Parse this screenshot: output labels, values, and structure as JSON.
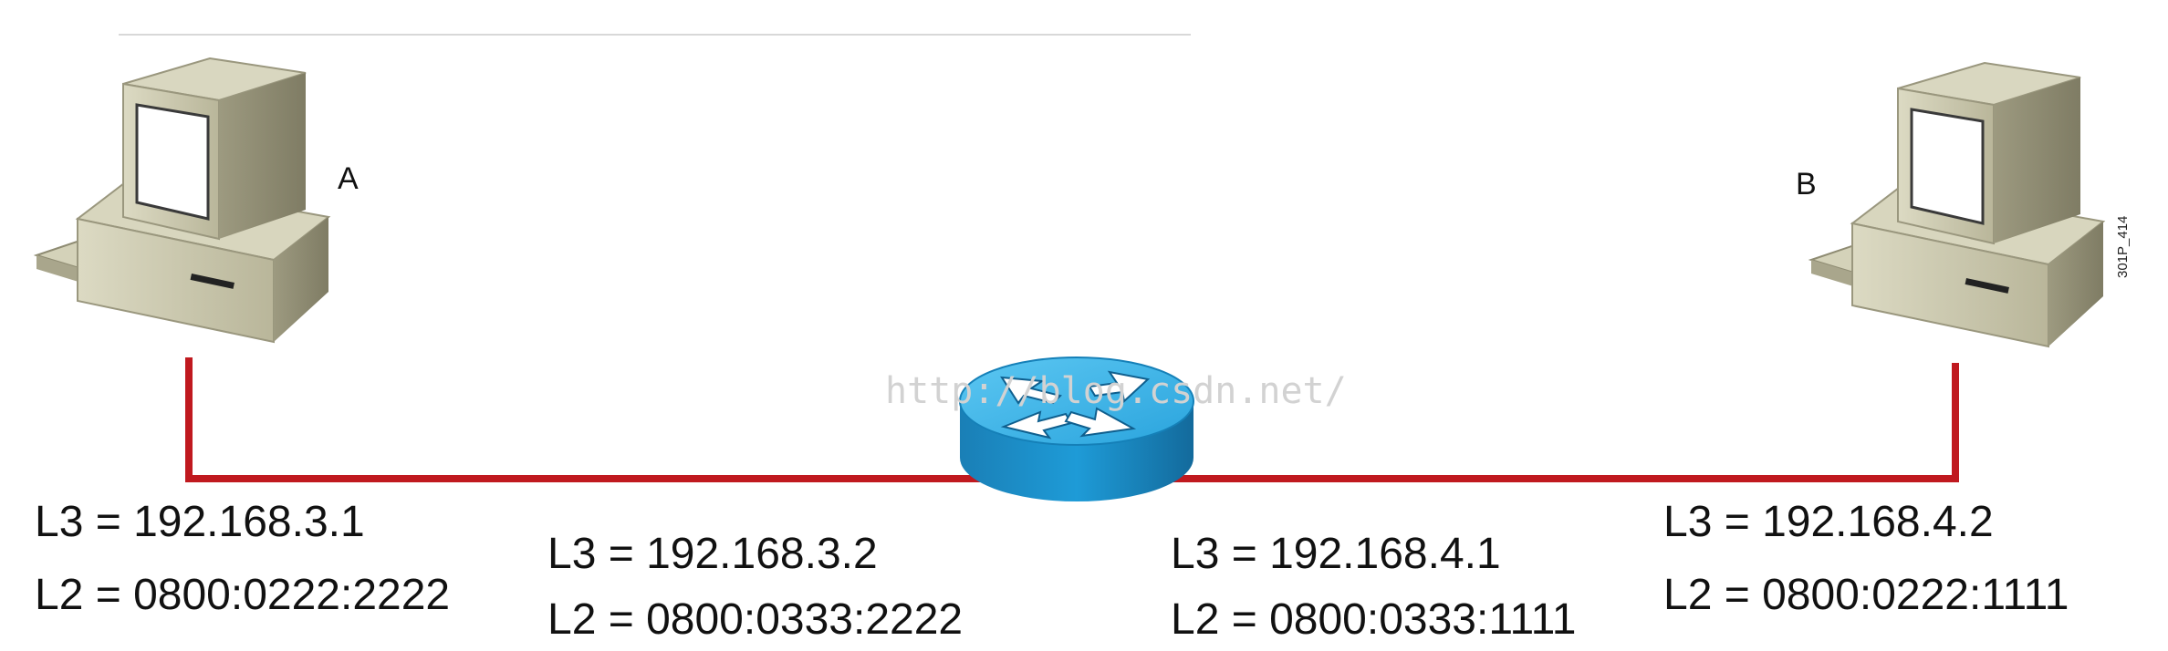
{
  "hosts": {
    "a": {
      "label": "A",
      "l3": "L3 = 192.168.3.1",
      "l2": "L2 = 0800:0222:2222"
    },
    "b": {
      "label": "B",
      "l3": "L3 = 192.168.4.2",
      "l2": "L2 = 0800:0222:1111"
    }
  },
  "router": {
    "left_interface": {
      "l3": "L3 = 192.168.3.2",
      "l2": "L2 = 0800:0333:2222"
    },
    "right_interface": {
      "l3": "L3 = 192.168.4.1",
      "l2": "L2 = 0800:0333:1111"
    }
  },
  "figure_code": "301P_414",
  "watermark": "http://blog.csdn.net/",
  "colors": {
    "link": "#c0191f",
    "router": "#1e9bd7",
    "computer": "#c9c7ad"
  }
}
